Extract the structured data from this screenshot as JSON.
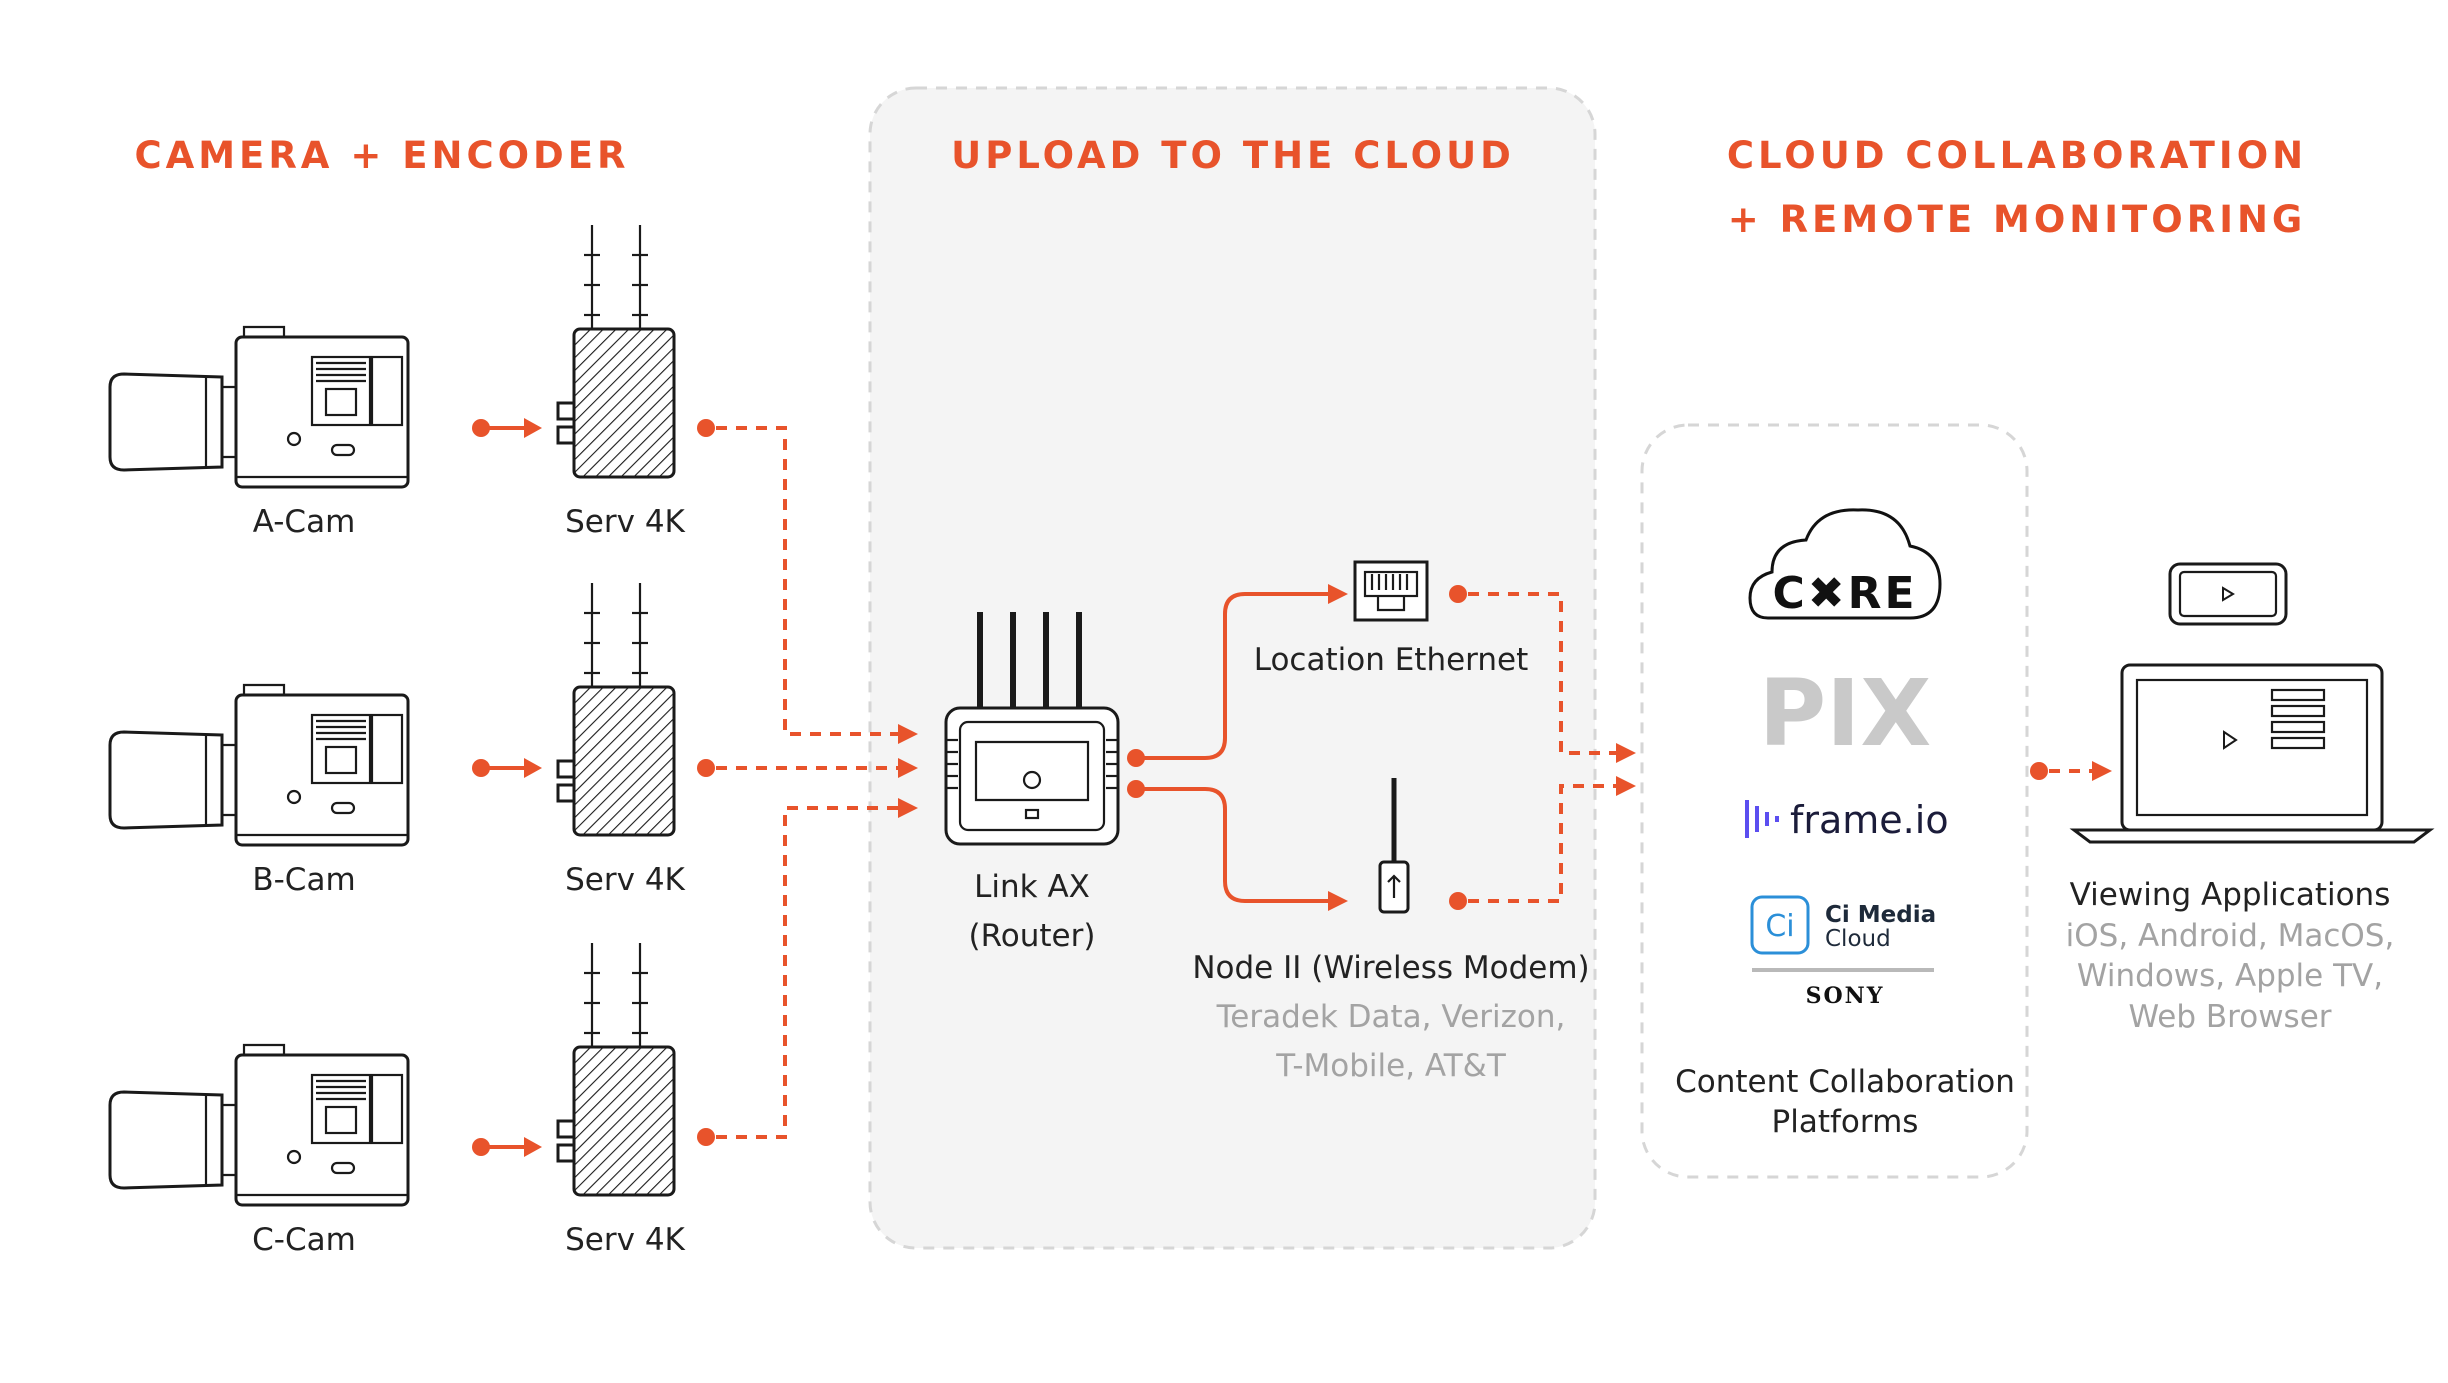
{
  "sections": {
    "camera_encoder": "CAMERA + ENCODER",
    "upload": "UPLOAD TO THE CLOUD",
    "collab_line1": "CLOUD COLLABORATION",
    "collab_line2": "+ REMOTE MONITORING"
  },
  "cameras": [
    {
      "label": "A-Cam",
      "encoder": "Serv 4K"
    },
    {
      "label": "B-Cam",
      "encoder": "Serv 4K"
    },
    {
      "label": "C-Cam",
      "encoder": "Serv 4K"
    }
  ],
  "router": {
    "line1": "Link AX",
    "line2": "(Router)"
  },
  "ethernet": {
    "label": "Location Ethernet"
  },
  "modem": {
    "label": "Node II (Wireless Modem)",
    "carriers_line1": "Teradek Data, Verizon,",
    "carriers_line2": "T-Mobile, AT&T"
  },
  "platforms": {
    "logos": {
      "core": "C✖RE",
      "pix": "PIX",
      "frameio": "frame.io",
      "ci_mark": "Ci",
      "ci_line1": "Ci Media",
      "ci_line2": "Cloud",
      "sony": "SONY"
    },
    "label_line1": "Content Collaboration",
    "label_line2": "Platforms"
  },
  "viewing": {
    "title": "Viewing Applications",
    "line1": "iOS, Android, MacOS,",
    "line2": "Windows, Apple TV,",
    "line3": "Web Browser"
  },
  "colors": {
    "accent": "#e8532b",
    "panel_bg": "#f4f4f4",
    "panel_border": "#d6d6d6",
    "muted_text": "#a3a3a3",
    "frameio_purple": "#5b4ef0",
    "ci_blue": "#2b8fd8"
  },
  "icons": [
    "camera-icon",
    "encoder-icon",
    "router-icon",
    "ethernet-icon",
    "modem-icon",
    "cloud-icon",
    "phone-icon",
    "laptop-icon",
    "play-icon"
  ]
}
